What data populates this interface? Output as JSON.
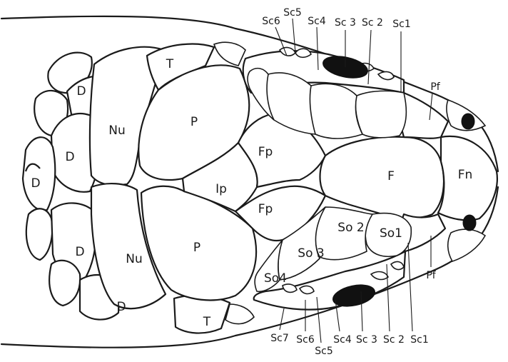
{
  "labels": {
    "D": "D",
    "Nu": "Nu",
    "T": "T",
    "P": "P",
    "Ip": "Ip",
    "Fp": "Fp",
    "F": "F",
    "Fn": "Fn",
    "Pf": "Pf",
    "So1": "So1",
    "So2": "So 2",
    "So3": "So 3",
    "So4": "So4",
    "Sc1": "Sc1",
    "Sc2": "Sc 2",
    "Sc3": "Sc 3",
    "Sc4": "Sc4",
    "Sc5": "Sc5",
    "Sc6": "Sc6",
    "Sc7": "Sc7"
  },
  "colors": {
    "ink": "#1a1a1a",
    "eye": "#111111",
    "background": "#ffffff"
  }
}
